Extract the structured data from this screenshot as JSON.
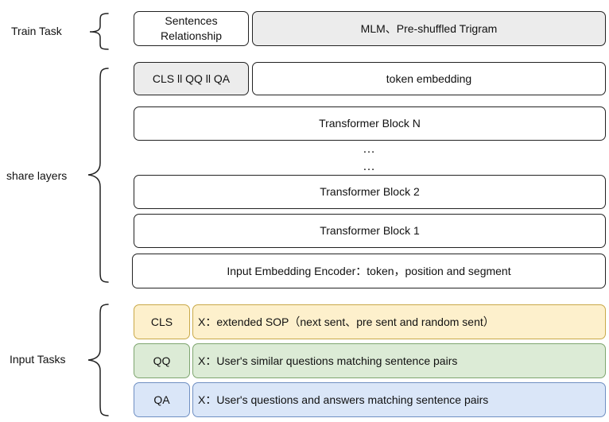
{
  "groups": {
    "train_task": "Train Task",
    "share_layers": "share layers",
    "input_tasks": "Input Tasks"
  },
  "train_row": {
    "left": "Sentences Relationship",
    "right": "MLM、Pre-shuffled Trigram"
  },
  "token_row": {
    "left": "CLS ll QQ ll QA",
    "right": "token embedding"
  },
  "blocks": {
    "top": "Transformer Block N",
    "ellipsis_1": "…",
    "ellipsis_2": "…",
    "second": "Transformer Block 2",
    "first": "Transformer Block 1",
    "encoder": "Input Embedding Encoder：token，position and segment"
  },
  "tasks": [
    {
      "tag": "CLS",
      "desc": "X：extended SOP（next sent、pre sent and random sent）",
      "color": "#fdf0cc"
    },
    {
      "tag": "QQ",
      "desc": "X：User's similar questions matching sentence pairs",
      "color": "#dcebd6"
    },
    {
      "tag": "QA",
      "desc": "X：User's questions and answers matching sentence pairs",
      "color": "#dae6f8"
    }
  ]
}
